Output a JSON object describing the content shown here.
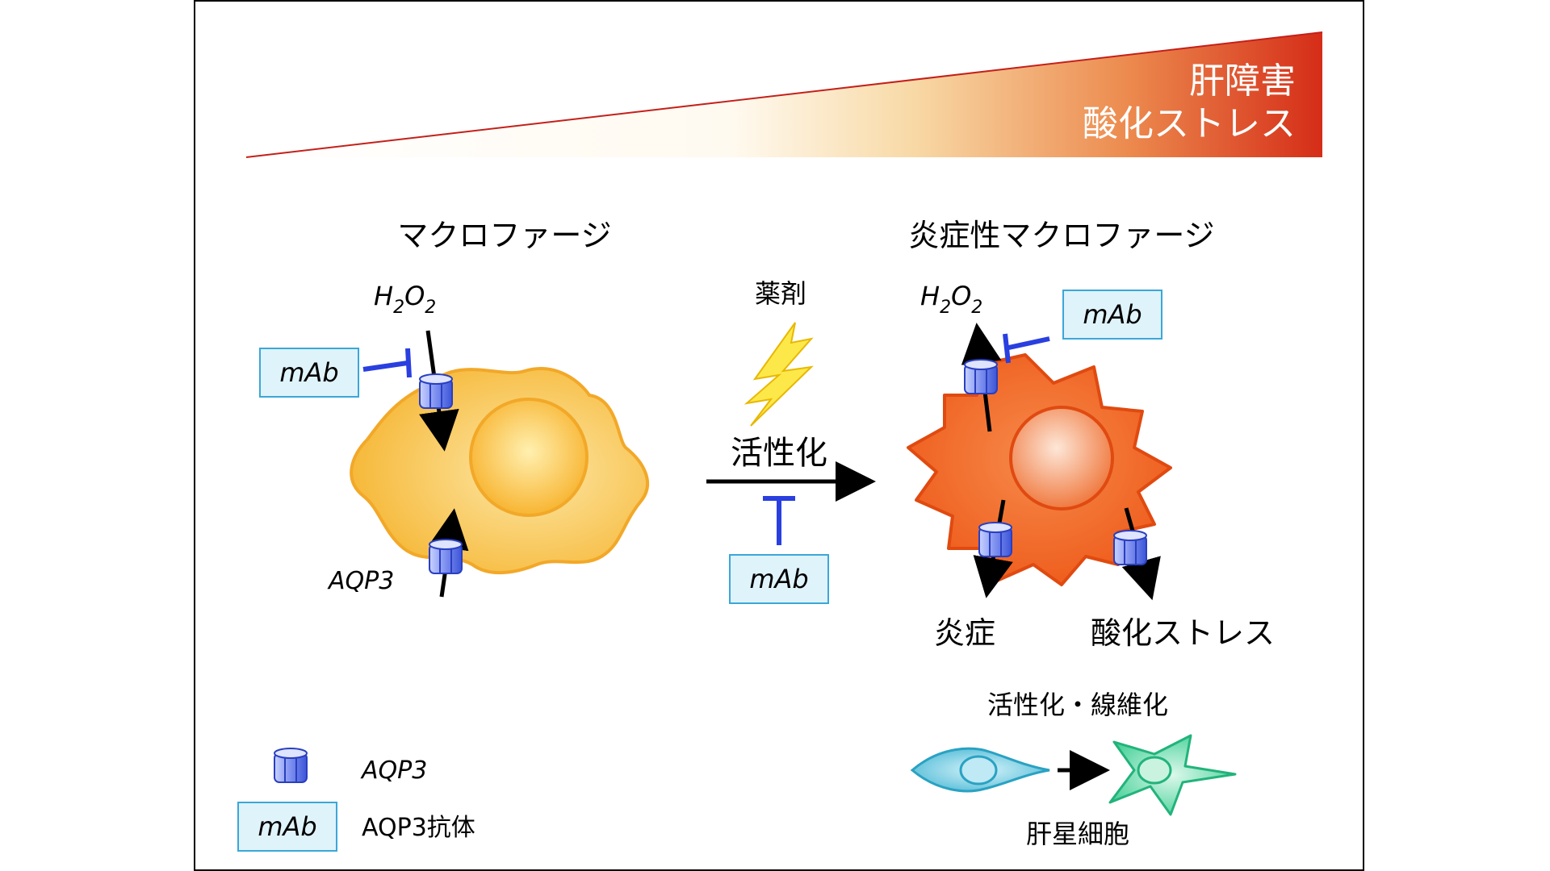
{
  "gradient_banner": {
    "line1": "肝障害",
    "line2": "酸化ストレス",
    "color_start": "#fdf4e0",
    "color_end": "#d9331a"
  },
  "left_cell": {
    "title": "マクロファージ",
    "h2o2": "H",
    "h2o2_sub1": "2",
    "h2o2_o": "O",
    "h2o2_sub2": "2",
    "mab": "mAb",
    "aqp3": "AQP3",
    "color": "#f9bc3c"
  },
  "middle": {
    "drug": "薬剤",
    "activation": "活性化",
    "mab": "mAb"
  },
  "right_cell": {
    "title": "炎症性マクロファージ",
    "h2o2": "H",
    "h2o2_sub1": "2",
    "h2o2_o": "O",
    "h2o2_sub2": "2",
    "mab": "mAb",
    "inflammation": "炎症",
    "oxidative_stress": "酸化ストレス",
    "color": "#f06422"
  },
  "stellate": {
    "top_label": "活性化・線維化",
    "bottom_label": "肝星細胞"
  },
  "legend": {
    "aqp3_label": "AQP3",
    "mab_box": "mAb",
    "mab_label": "AQP3抗体"
  }
}
